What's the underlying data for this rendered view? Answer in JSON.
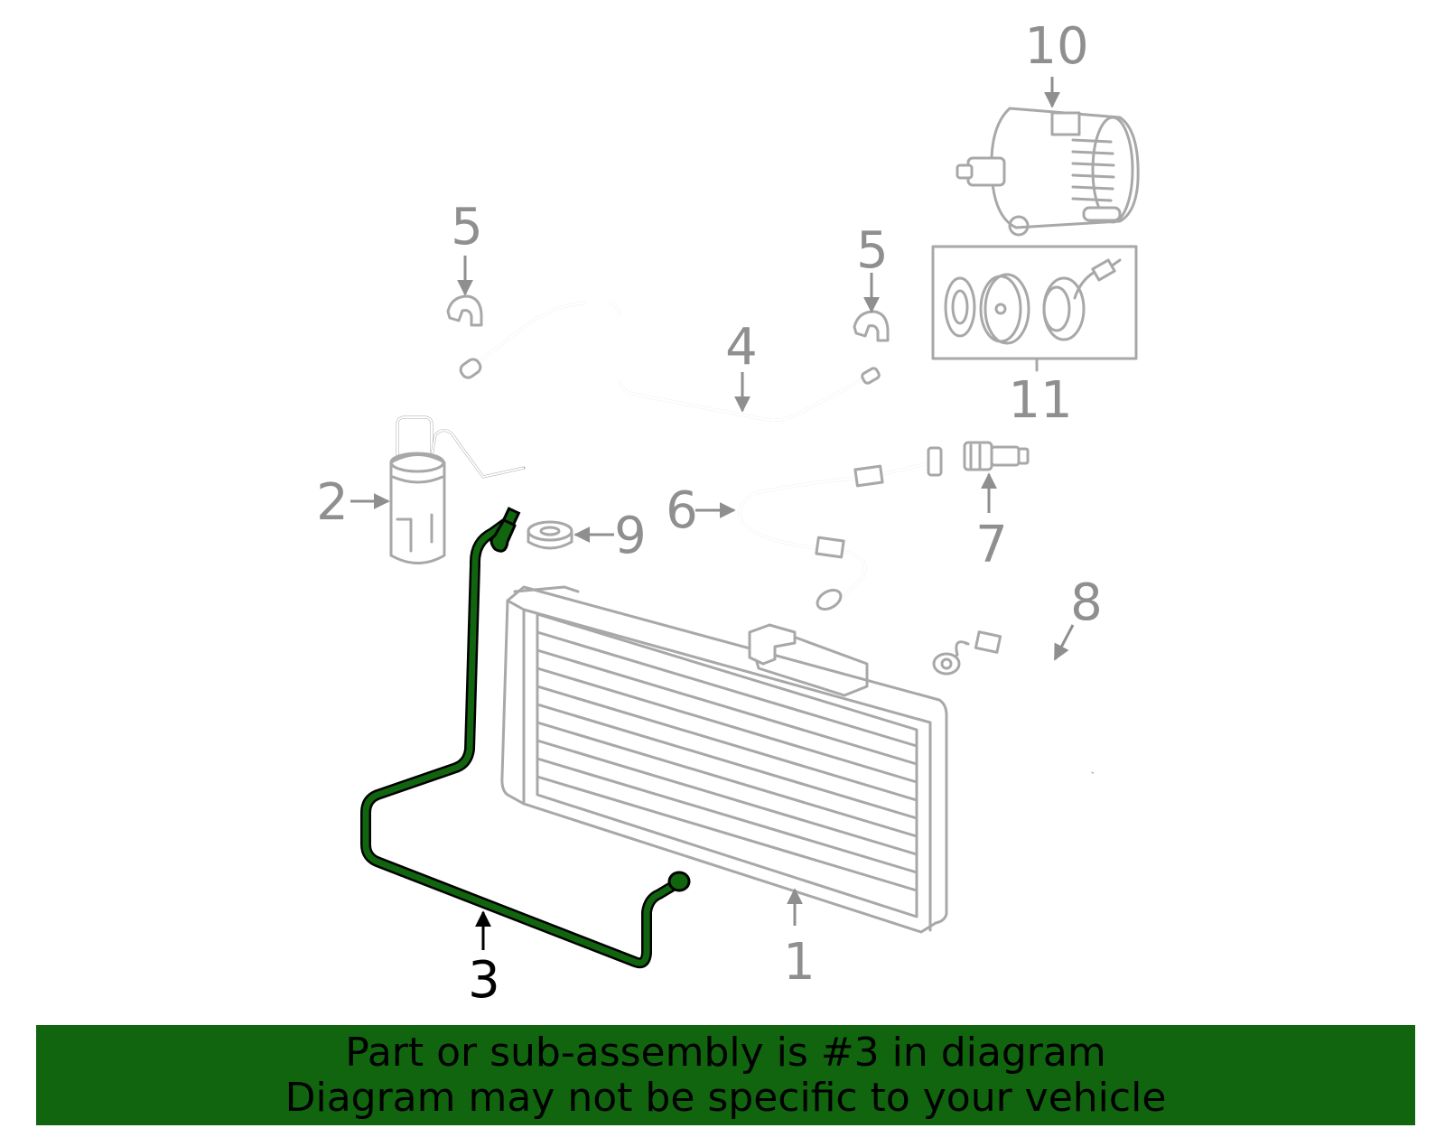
{
  "callouts": {
    "c1": "1",
    "c2": "2",
    "c3": "3",
    "c4": "4",
    "c5a": "5",
    "c5b": "5",
    "c6": "6",
    "c7": "7",
    "c8": "8",
    "c9": "9",
    "c10": "10",
    "c11": "11"
  },
  "highlight": {
    "part": "3",
    "color": "#11650e"
  },
  "banner": {
    "line1": "Part or sub-assembly is #3 in diagram",
    "line2": "Diagram may not be specific to your vehicle",
    "background": "#11650e"
  }
}
